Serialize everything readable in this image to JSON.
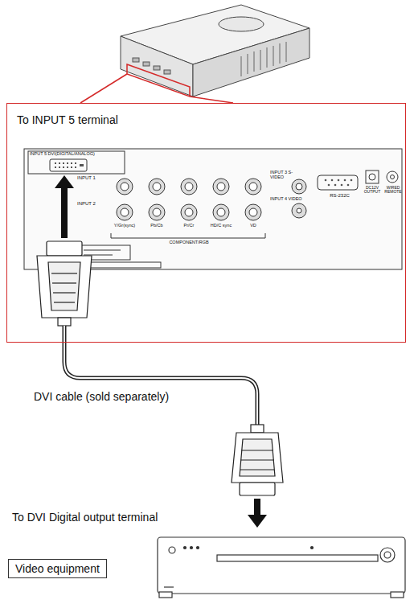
{
  "diagram": {
    "nodes": [
      {
        "text": [
          "To INPUT 5 terminal"
        ]
      },
      {
        "text": [
          "Video equipment"
        ]
      }
    ],
    "labels": [
      "INPUT 5 DVI(DIGITAL/ANALOG)",
      "INPUT 1",
      "INPUT 2",
      "Y/Gr(sync)",
      "Pb/Cb",
      "Pr/Cr",
      "HD/C sync",
      "VD",
      "COMPONENT/RGB",
      "INPUT 3 S-VIDEO",
      "INPUT 4 VIDEO",
      "RS-232C",
      "DC12V OUTPUT",
      "WIRED REMOTE",
      "DVI cable (sold separately)",
      "To DVI Digital output terminal"
    ]
  }
}
